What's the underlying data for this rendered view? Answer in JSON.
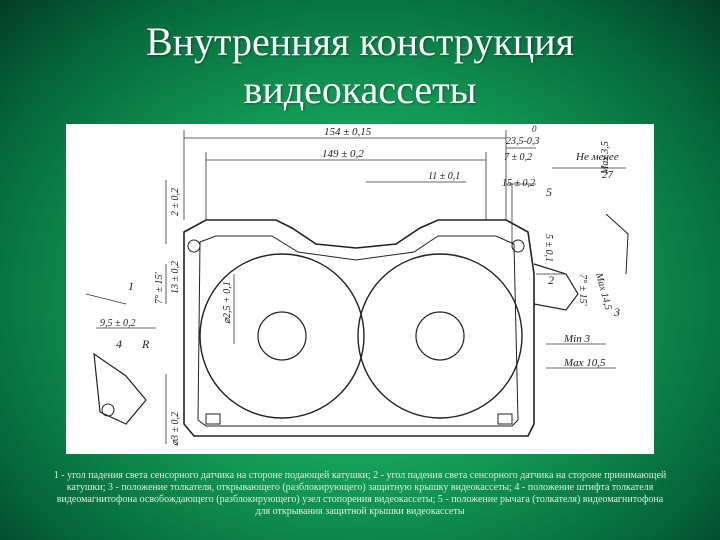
{
  "slide": {
    "title_line1": "Внутренняя конструкция",
    "title_line2": "видеокассеты",
    "caption": "1 - угол падения света сенсорного датчика на стороне подающей катушки; 2 - угол падения света сенсорного датчика на стороне принимающей катушки; 3 - положение толкателя, открывающего (разблокирующего) защитную крышку видеокассеты; 4 - положение штифта толкателя видеомагнитофона освобождающего (разблокирующего) узел стопорения видеокассеты; 5 - положение рычага (толкателя) видеомагнитофона для открывания защитной крышки видеокассеты"
  },
  "drawing": {
    "dim_total_width": "154 ± 0,15",
    "dim_inner_width": "149 ± 0,2",
    "dim_right_top": "23,5-0,3",
    "dim_right_top_zero": "0",
    "dim_right_small": "7 ± 0,2",
    "dim_center": "11 ± 0,1",
    "dim_right_mid": "15 ± 0,2",
    "dim_not_less_label": "Не менее",
    "dim_not_less_value": "27",
    "dim_left_top": "2 ± 0,2",
    "dim_left_mid": "13 ± 0,2",
    "dim_left_angle": "7° ± 15'",
    "dim_hole": "⌀2,5 + 0,1",
    "dim_left_small": "9,5 ± 0,2",
    "dim_left_bottom": "⌀3 ± 0,2",
    "dim_right_vert": "5 ± 0,1",
    "dim_right_angle": "7° ± 15'",
    "dim_right_max35": "Max 3,5",
    "dim_right_max145": "Max 14,5",
    "dim_min3": "Min 3",
    "dim_max105": "Max 10,5",
    "label_1": "1",
    "label_2": "2",
    "label_3": "3",
    "label_4": "4",
    "label_5": "5",
    "label_r": "R"
  }
}
